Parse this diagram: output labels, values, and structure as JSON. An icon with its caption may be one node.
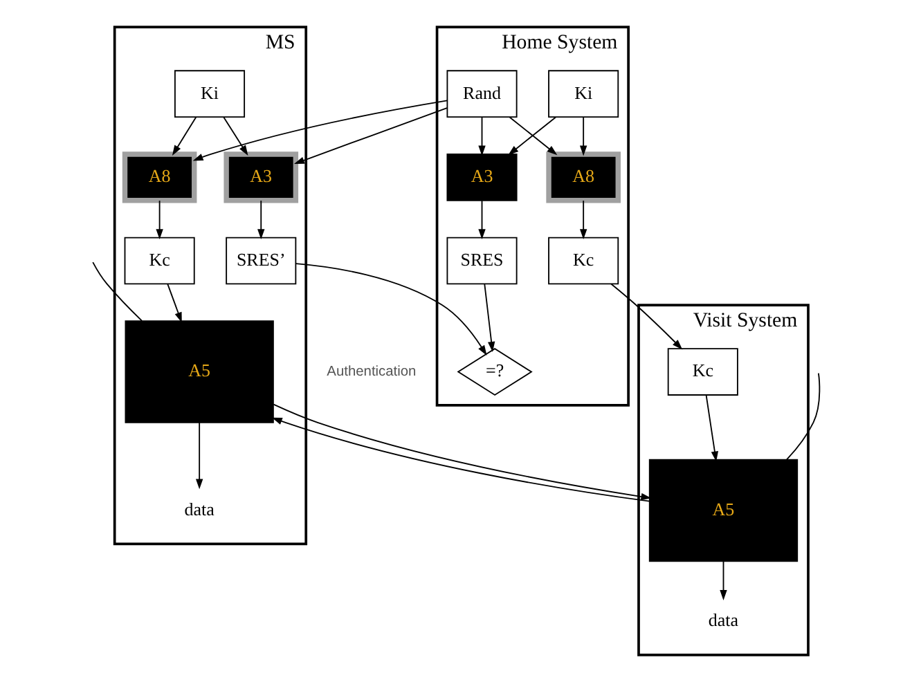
{
  "diagram": {
    "nodes": [
      {
        "text": [
          "MS"
        ]
      },
      {
        "text": [
          "Ki"
        ],
        "in": 0
      },
      {
        "text": [
          "A8"
        ],
        "in": 0
      },
      {
        "text": [
          "A3"
        ],
        "in": 0
      },
      {
        "text": [
          "SRES’"
        ],
        "in": 0
      },
      {
        "text": [
          "Kc"
        ],
        "in": 0
      },
      {
        "text": [
          "A5"
        ],
        "in": 0
      },
      {
        "text": [
          "data"
        ],
        "in": 0
      },
      {
        "text": [
          "Home System"
        ]
      },
      {
        "text": [
          "Rand"
        ],
        "in": 8
      },
      {
        "text": [
          "Ki"
        ],
        "in": 8
      },
      {
        "text": [
          "A3"
        ],
        "in": 8
      },
      {
        "text": [
          "A8"
        ],
        "in": 8
      },
      {
        "text": [
          "=?"
        ],
        "in": 8
      },
      {
        "text": [
          "SRES"
        ],
        "in": 8
      },
      {
        "text": [
          "Kc"
        ],
        "in": 8
      },
      {
        "text": [
          "Visit System"
        ]
      },
      {
        "text": [
          "Kc"
        ],
        "in": 16
      },
      {
        "text": [
          "A5"
        ],
        "in": 16
      },
      {
        "text": [
          "data"
        ],
        "in": 16
      }
    ],
    "edges": [
      {
        "from": 9,
        "to": 2,
        "arrow": "to"
      },
      {
        "from": 9,
        "to": 3,
        "arrow": "to"
      },
      {
        "from": 9,
        "to": 11,
        "arrow": "to"
      },
      {
        "from": 9,
        "to": 12,
        "arrow": "to"
      },
      {
        "from": 1,
        "to": 2,
        "arrow": "to"
      },
      {
        "from": 1,
        "to": 3,
        "arrow": "to"
      },
      {
        "from": 10,
        "to": 11,
        "arrow": "to"
      },
      {
        "from": 10,
        "to": 12,
        "arrow": "to"
      },
      {
        "from": 3,
        "to": 4,
        "arrow": "to"
      },
      {
        "from": 11,
        "to": 14,
        "arrow": "to"
      },
      {
        "from": 4,
        "to": 13,
        "arrow": "to"
      },
      {
        "from": 14,
        "to": 13,
        "arrow": "to"
      },
      {
        "from": 2,
        "to": 5,
        "arrow": "to"
      },
      {
        "from": 12,
        "to": 15,
        "arrow": "to"
      },
      {
        "from": 5,
        "to": 6,
        "arrow": "to"
      },
      {
        "from": 15,
        "to": 17,
        "arrow": "to"
      },
      {
        "from": 17,
        "to": 18,
        "arrow": "to"
      },
      {
        "from": null,
        "to": 6,
        "arrow": "none"
      },
      {
        "from": 6,
        "to": 7,
        "arrow": "to"
      },
      {
        "from": 6,
        "to": 18,
        "arrow": "to"
      },
      {
        "from": 18,
        "to": 6,
        "arrow": "to"
      },
      {
        "from": 18,
        "to": 19,
        "arrow": "to"
      },
      {
        "from": null,
        "to": 18,
        "arrow": "none"
      }
    ],
    "labels": [
      "Authentication"
    ]
  }
}
